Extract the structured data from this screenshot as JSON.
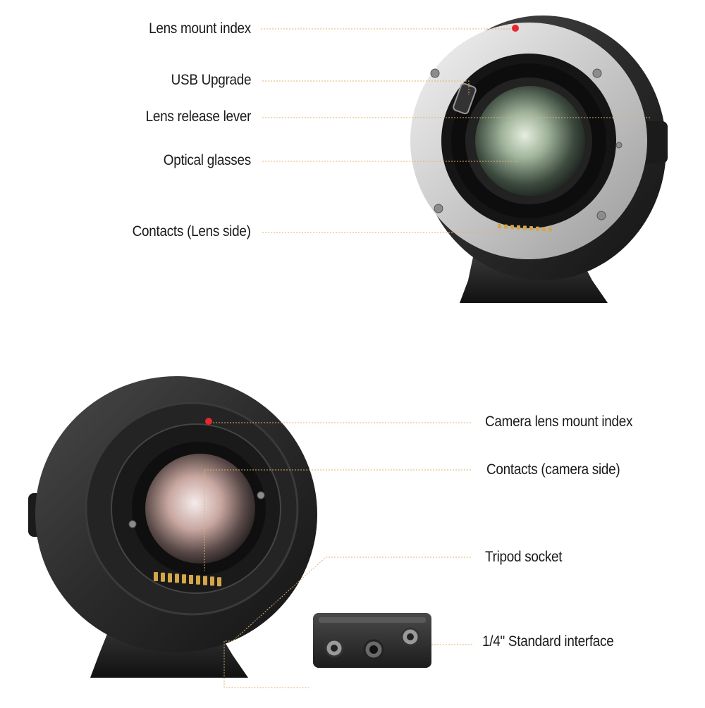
{
  "colors": {
    "leader_line": "#e0b070",
    "mount_index_dot": "#e8262d",
    "adapter_body": "#2b2b2b",
    "chrome_ring": "#d9d9d9",
    "contact_gold": "#d4a64a",
    "background": "#ffffff"
  },
  "lens_side_view": {
    "callouts": [
      {
        "key": "lens_mount_index",
        "label": "Lens mount index"
      },
      {
        "key": "usb_upgrade",
        "label": "USB Upgrade"
      },
      {
        "key": "lens_release_lever",
        "label": "Lens release lever"
      },
      {
        "key": "optical_glasses",
        "label": "Optical glasses"
      },
      {
        "key": "contacts_lens_side",
        "label": "Contacts (Lens side)"
      }
    ]
  },
  "camera_side_view": {
    "callouts": [
      {
        "key": "camera_lens_mount_index",
        "label": "Camera lens mount index"
      },
      {
        "key": "contacts_camera_side",
        "label": "Contacts (camera side)"
      },
      {
        "key": "tripod_socket",
        "label": "Tripod socket"
      },
      {
        "key": "standard_interface",
        "label": "1/4\" Standard interface"
      }
    ]
  }
}
